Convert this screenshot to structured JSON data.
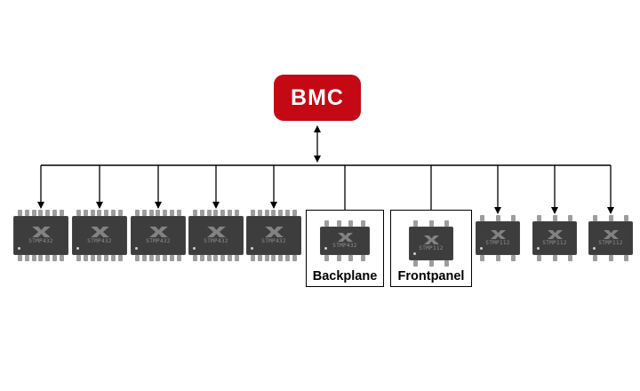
{
  "bmc": {
    "label": "BMC"
  },
  "groups": [
    {
      "label": "Backplane"
    },
    {
      "label": "Frontpanel"
    }
  ],
  "devices": [
    {
      "chip": "STMP432",
      "package": "soic14",
      "boxed": false
    },
    {
      "chip": "STMP432",
      "package": "soic14",
      "boxed": false
    },
    {
      "chip": "STMP432",
      "package": "soic14",
      "boxed": false
    },
    {
      "chip": "STMP432",
      "package": "soic14",
      "boxed": false
    },
    {
      "chip": "STMP432",
      "package": "soic14",
      "boxed": false
    },
    {
      "chip": "STMP432",
      "package": "soic8",
      "boxed": true,
      "group": "Backplane"
    },
    {
      "chip": "STMP112",
      "package": "qfn",
      "boxed": true,
      "group": "Frontpanel"
    },
    {
      "chip": "STMP112",
      "package": "qfn",
      "boxed": false
    },
    {
      "chip": "STMP112",
      "package": "qfn",
      "boxed": false
    },
    {
      "chip": "STMP112",
      "package": "qfn",
      "boxed": false
    }
  ],
  "colors": {
    "bmc_red": "#c50914",
    "chip_body": "#3d3d3d",
    "chip_pin": "#9d9d9d",
    "chip_text": "#8f8f8f",
    "line": "#000000"
  }
}
